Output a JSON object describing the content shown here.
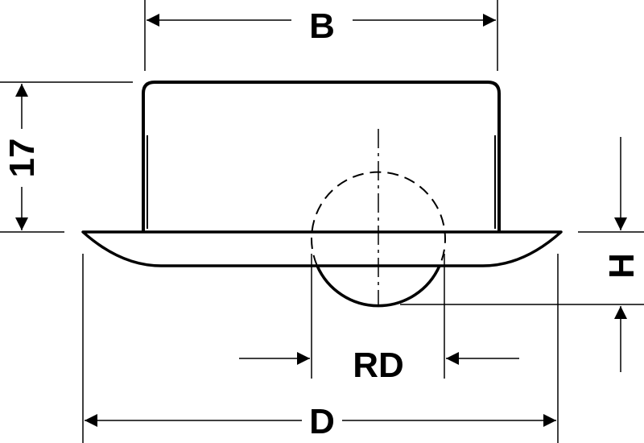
{
  "labels": {
    "width": "B",
    "height": "17",
    "ball_height": "H",
    "ball_diameter": "RD",
    "flange_diameter": "D"
  },
  "colors": {
    "line": "#000000",
    "background": "#ffffff"
  }
}
